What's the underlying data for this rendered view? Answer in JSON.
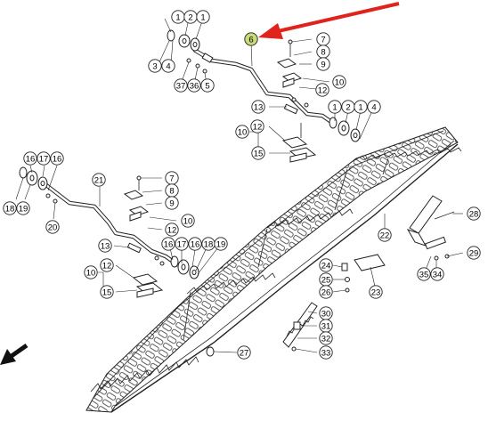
{
  "diagram": {
    "highlight_color": "#c8d97a",
    "arrow_color": "#e0231c",
    "highlighted_label": "6",
    "labels": {
      "l1a": "1",
      "l2a": "2",
      "l1b": "1",
      "l6": "6",
      "l7a": "7",
      "l8a": "8",
      "l9a": "9",
      "l3a": "3",
      "l4a": "4",
      "l37": "37",
      "l36": "36",
      "l5": "5",
      "l10a": "10",
      "l12a": "12",
      "l13a": "13",
      "l1c": "1",
      "l2b": "2",
      "l1d": "1",
      "l4b": "4",
      "l10b": "10",
      "l12b": "12",
      "l15a": "15",
      "l16a": "16",
      "l17a": "17",
      "l16b": "16",
      "l18a": "18",
      "l19a": "19",
      "l20": "20",
      "l21": "21",
      "l7b": "7",
      "l8b": "8",
      "l9b": "9",
      "l10c": "10",
      "l12c": "12",
      "l13b": "13",
      "l16c": "16",
      "l17b": "17",
      "l16d": "16",
      "l18b": "18",
      "l19b": "19",
      "l10d": "10",
      "l12d": "12",
      "l15b": "15",
      "l22": "22",
      "l28": "28",
      "l29": "29",
      "l35": "35",
      "l34": "34",
      "l24": "24",
      "l25": "25",
      "l26": "26",
      "l23": "23",
      "l30": "30",
      "l31": "31",
      "l32": "32",
      "l33": "33",
      "l27": "27"
    }
  }
}
